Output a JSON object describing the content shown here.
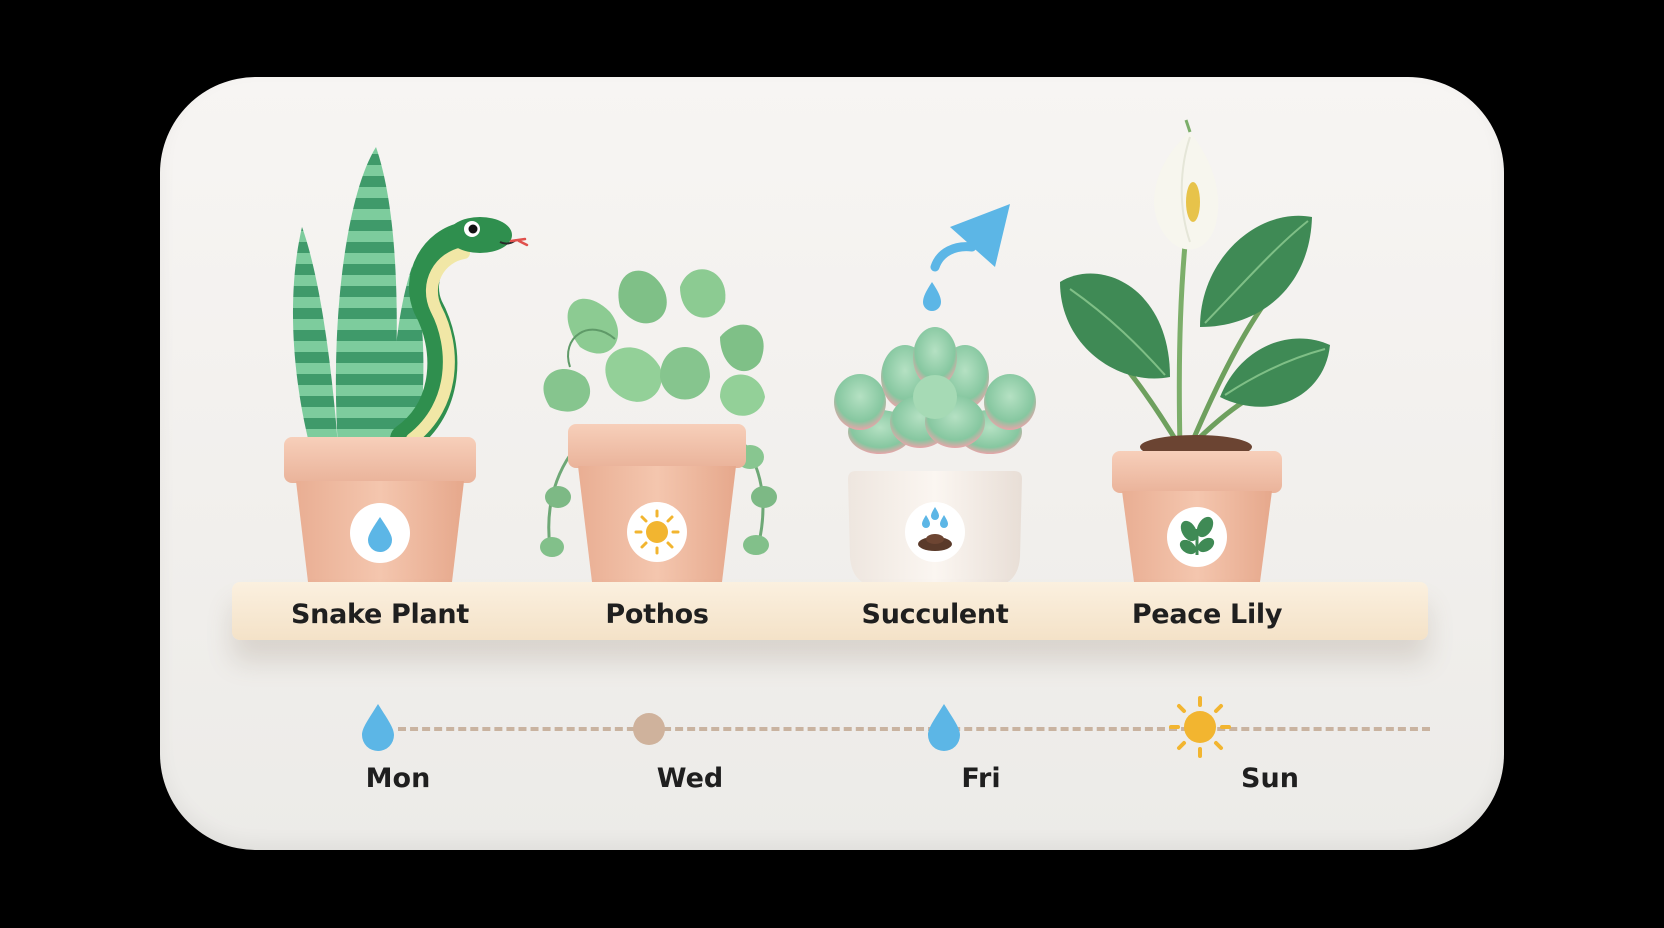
{
  "plants": [
    {
      "name": "Snake Plant",
      "care_icon": "water-drop-icon"
    },
    {
      "name": "Pothos",
      "care_icon": "sun-icon"
    },
    {
      "name": "Succulent",
      "care_icon": "soil-water-icon"
    },
    {
      "name": "Peace Lily",
      "care_icon": "leaf-icon"
    }
  ],
  "schedule": [
    {
      "day": "Mon",
      "icon": "water-drop-icon"
    },
    {
      "day": "Wed",
      "icon": "rest-dot-icon"
    },
    {
      "day": "Fri",
      "icon": "water-drop-icon"
    },
    {
      "day": "Sun",
      "icon": "sun-icon"
    }
  ],
  "colors": {
    "background": "#000000",
    "card": "#f4f2ef",
    "shelf": "#f6e6cf",
    "pot": "#f1bfa6",
    "water": "#5cb6e6",
    "sun": "#f2b530",
    "leaf": "#7fbf86",
    "dark_leaf": "#3f8a55"
  }
}
